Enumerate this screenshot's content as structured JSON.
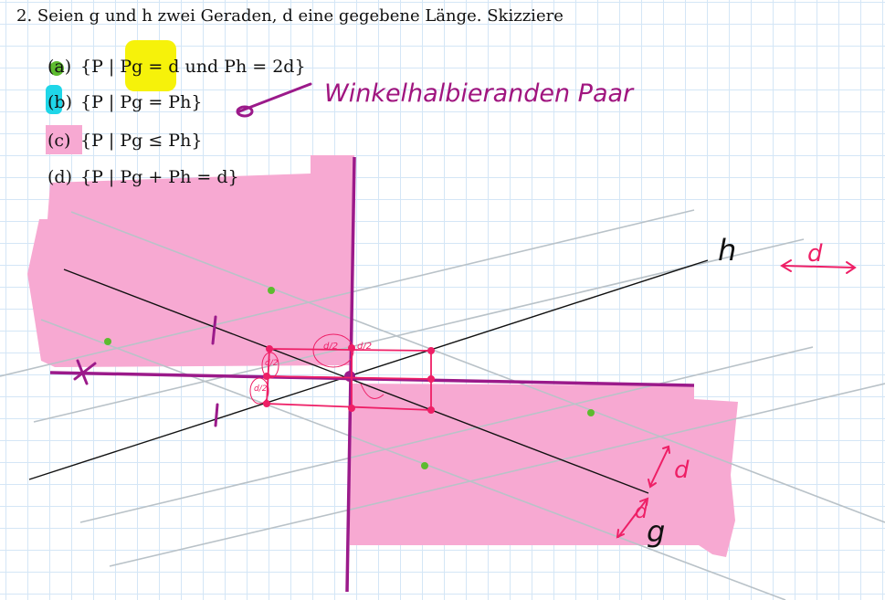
{
  "task": {
    "number": "2.",
    "text": "Seien g und h zwei Geraden, d eine gegebene Länge. Skizziere"
  },
  "items": [
    {
      "label": "(a)",
      "text": "{P | Pg = d und Ph = 2d}"
    },
    {
      "label": "(b)",
      "text": "{P | Pg = Ph}"
    },
    {
      "label": "(c)",
      "text": "{P | Pg ≤ Ph}"
    },
    {
      "label": "(d)",
      "text": "{P | Pg + Ph = d}"
    }
  ],
  "annotations": {
    "b_note": "Winkelhalbieranden Paar",
    "line_h": "h",
    "line_g": "g",
    "length_d": "d",
    "d_marks": [
      "d",
      "d"
    ],
    "half": [
      "d/2",
      "d/2",
      "d/2",
      "d/2"
    ],
    "x_mark": "x"
  },
  "colors": {
    "region": "#f7a9d2",
    "highlight_a": "#f6f20a",
    "highlight_b": "#1fd6e8",
    "bisector": "#9b1a8a",
    "construction": "#ee1f66",
    "point_green": "#5dbb2e",
    "helper_line": "#b9c2c8"
  }
}
